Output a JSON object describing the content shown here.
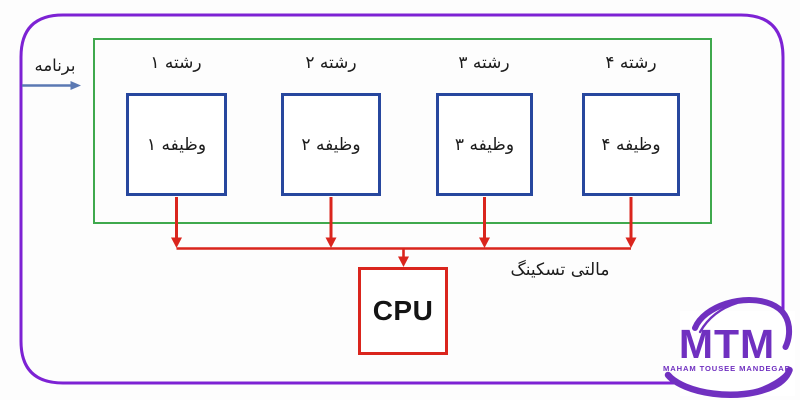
{
  "diagram": {
    "program_label": "برنامه",
    "multitasking_label": "مالتی تسکینگ",
    "cpu_label": "CPU",
    "threads": [
      {
        "thread_label": "رشته ۱",
        "task_label": "وظیفه ۱"
      },
      {
        "thread_label": "رشته ۲",
        "task_label": "وظیفه ۲"
      },
      {
        "thread_label": "رشته ۳",
        "task_label": "وظیفه ۳"
      },
      {
        "thread_label": "رشته ۴",
        "task_label": "وظیفه ۴"
      }
    ],
    "colors": {
      "outer_border": "#7d22d4",
      "program_box_border": "#3fa94d",
      "thread_box_border": "#27479e",
      "arrow": "#da251d",
      "program_arrow": "#5b79b3",
      "text": "#1c1c1c",
      "logo": "#7030c0"
    }
  },
  "logo": {
    "text": "MTM",
    "caption": "MAHAM TOUSEE MANDEGAR"
  }
}
